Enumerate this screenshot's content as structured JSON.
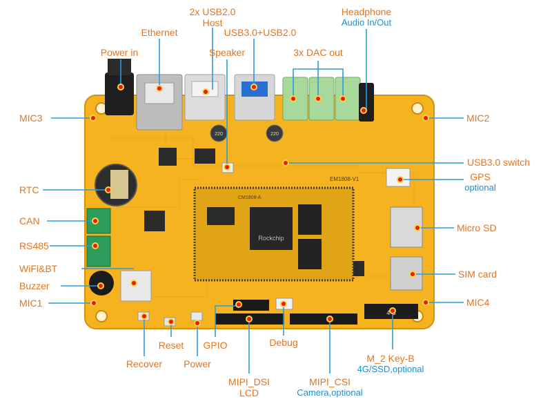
{
  "colors": {
    "board": "#f5b320",
    "board_edge": "#d98e10",
    "label": "#e8731a",
    "sublabel": "#1e8fd0",
    "leader": "#2a9be0",
    "marker": "#e21b1b",
    "marker_ring": "#ffd23a"
  },
  "labels": {
    "usb2_host_line1": "2x USB2.0",
    "usb2_host_line2": "Host",
    "headphone_line1": "Headphone",
    "headphone_line2": "Audio In/Out",
    "ethernet": "Ethernet",
    "usb3_usb2": "USB3.0+USB2.0",
    "power_in": "Power  in",
    "speaker": "Speaker",
    "dac_out": "3x DAC out",
    "mic3": "MIC3",
    "mic2": "MIC2",
    "usb3_switch": "USB3.0 switch",
    "gps": "GPS",
    "gps_optional": "optional",
    "rtc": "RTC",
    "can": "CAN",
    "micro_sd": "Micro SD",
    "rs485": "RS485",
    "wifi_bt": "WiFi&BT",
    "sim_card": "SIM card",
    "buzzer": "Buzzer",
    "mic1": "MIC1",
    "mic4": "MIC4",
    "reset": "Reset",
    "gpio": "GPIO",
    "debug": "Debug",
    "m2_line1": "M_2 Key-B",
    "m2_line2": "4G/SSD,optional",
    "recover": "Recover",
    "power": "Power",
    "mipi_dsi_line1": "MIPI_DSI",
    "mipi_dsi_line2": "LCD",
    "mipi_csi_line1": "MIPI_CSI",
    "mipi_csi_line2": "Camera,optional"
  },
  "silkscreen": {
    "board_name": "EM1808-V1",
    "som_name": "CM1808-A",
    "soc_brand": "Rockchip",
    "m2_key": "4 B",
    "cap_a": "220",
    "cap_b": "220"
  }
}
